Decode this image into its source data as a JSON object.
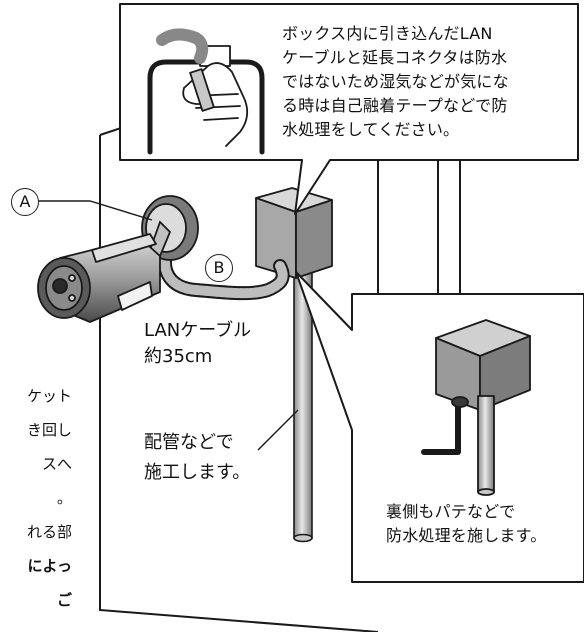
{
  "callouts": {
    "top": "ボックス内に引き込んだLAN\nケーブルと延長コネクタは防水\nではないため湿気などが気にな\nる時は自己融着テープなどで防\n水処理をしてください。",
    "right": "裏側もパテなどで\n防水処理を施します。"
  },
  "labels": {
    "cable_length": "LANケーブル\n約35cm",
    "conduit": "配管などで\n施工します。",
    "marker_a": "A",
    "marker_b": "B"
  },
  "left_fragments": [
    "ケット",
    "き回し",
    "スへ",
    "。",
    "れる部",
    "によっ",
    "ご"
  ],
  "colors": {
    "line": "#1a1a1a",
    "fill_light": "#e6e6e6",
    "fill_mid": "#b4b4b4",
    "fill_dark": "#6e6e6e"
  }
}
